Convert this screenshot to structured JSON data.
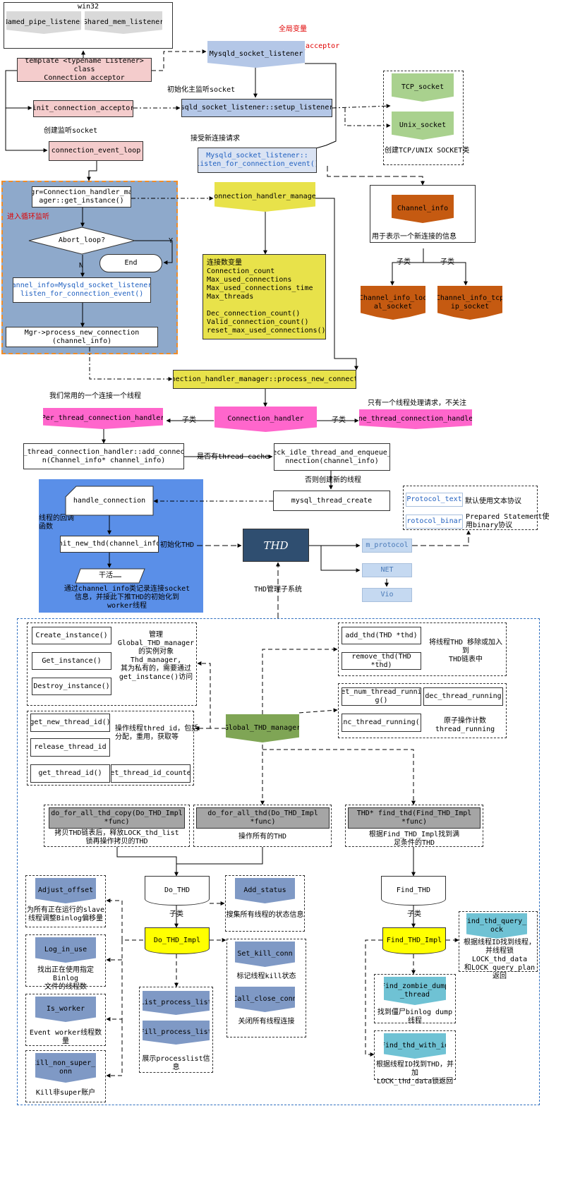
{
  "win32": {
    "title": "win32",
    "named_pipe": "Named_pipe_listener",
    "shared_mem": "Shared_mem_listener"
  },
  "global_var": {
    "line1": "全局变量",
    "line2": "mysqld_socket_acceptor"
  },
  "acceptor": "template <typename Listener> class\nConnection_acceptor",
  "socket_listener": "Mysqld_socket_listener",
  "init_note": "初始化主监听socket",
  "init_acceptor": "init_connection_acceptor",
  "setup_listener": "Mysqld_socket_listener::setup_listener()",
  "create_socket_note": "创建监听socket",
  "event_loop": "connection_event_loop",
  "accept_note": "接受新连接请求",
  "listen_event": "Mysqld_socket_listener::\nlisten_for_connection_event()",
  "tcp_socket": "TCP_socket",
  "unix_socket": "Unix_socket",
  "create_tcp_note": "创建TCP/UNIX SOCKET类",
  "loop": {
    "label": "进入循环监听",
    "get_instance": "Mgr=Connection_handler_man\nager::get_instance()",
    "abort": "Abort_loop?",
    "yes": "Y",
    "no": "N",
    "end": "End",
    "channel_info": "Channel_info=Mysqld_socket_listener::\nlisten_for_connection_event()",
    "process": "Mgr->process_new_connection\n(channel_info)"
  },
  "handler_manager": "Connection_handler_manager",
  "conn_vars": "连接数变量\nConnection_count\nMax_used_connections\nMax_used_connections_time\nMax_threads\n\nDec_connection_count()\nValid_connection_count()\nreset_max_used_connections()",
  "channel": {
    "title": "Channel_info",
    "note": "用于表示一个新连接的信息",
    "sub_left": "子类",
    "sub_right": "子类",
    "local": "Channel_info_loc\nal_socket",
    "tcpip": "Channel_info_tcp\nip_socket"
  },
  "process_conn": "Connection_handler_manager::process_new_connection",
  "common_note": "我们常用的一个连接一个线程",
  "per_thread": "Per_thread_connection_handler",
  "sub_l": "子类",
  "conn_handler": "Connection_handler",
  "sub_r": "子类",
  "one_thread_note": "只有一个线程处理请求，不关注",
  "one_thread": "One_thread_connection_handler",
  "add_connection": "Per_thread_connection_handler::add_connectio\nn(Channel_info* channel_info)",
  "cache_q": "是否有thread cache",
  "check_idle": "check_idle_thread_and_enqueue_co\nnnection(channel_info)",
  "else_create": "否则创建新的线程",
  "thread_create": "mysql_thread_create",
  "callback_note": "线程的回调\n函数",
  "handle_connection": "handle_connection",
  "init_thd": "init_new_thd(channel_info)",
  "init_thd_note": "初始化THD",
  "ellipsis": "干活……",
  "thread_note": "通过channel_info类记录连接socket\n信息，并接此下推THD的初始化到\nworker线程",
  "thd": "THD",
  "m_protocol": "m_protocol",
  "net": "NET",
  "vio": "Vio",
  "protocol_text": "Protocol_text",
  "protocol_text_note": "默认使用文本协议",
  "protocol_binary": "protocol_binary",
  "protocol_binary_note": "Prepared Statement使\n用binary协议",
  "thd_mgr_note": "THD管理子系统",
  "gtm": {
    "create": "Create_instance()",
    "get": "Get_instance()",
    "destroy": "Destroy_instance()",
    "inst_note": "管理Global_THD_manager\n的实例对象Thd_manager,\n其为私有的，需要通过\nget_instance()访问",
    "get_new_id": "get_new_thread_id()",
    "release_id": "release_thread_id",
    "get_id": "get_thread_id()",
    "set_counter": "set_thread_id_counter",
    "id_note": "操作线程thred_id，包括\n分配，重用，获取等",
    "add_thd": "add_thd(THD *thd)",
    "remove_thd": "remove_thd(THD *thd)",
    "list_note": "将线程THD 移除或加入到\nTHD链表中",
    "num_running": "get_num_thread_runnin\ng()",
    "dec_running": "dec_thread_running",
    "inc_running": "inc_thread_running()",
    "atomic_note": "原子操作计数\nthread_running",
    "manager": "Global_THD_manager",
    "for_all_copy": "do_for_all_thd_copy(Do_THD_Impl\n*func)",
    "for_all_copy_note": "拷贝THD链表后，释放LOCK_thd_list\n锁再操作拷贝的THD",
    "for_all": "do_for_all_thd(Do_THD_Impl *func)",
    "for_all_note": "操作所有的THD",
    "find": "THD* find_thd(Find_THD_Impl *func)",
    "find_note": "根据Find_THD_Impl找到满\n足条件的THD",
    "do_thd": "Do_THD",
    "do_sub": "子类",
    "do_impl": "Do_THD_Impl",
    "find_thd": "Find_THD",
    "find_sub": "子类",
    "find_impl": "Find_THD_Impl",
    "adjust": "Adjust_offset",
    "adjust_note": "为所有正在运行的slave\n线程调整Binlog偏移量",
    "log_in_use": "Log_in_use",
    "log_note": "找出正在使用指定Binlog\n文件的线程数",
    "is_worker": "Is_worker",
    "worker_note": "Event worker线程数量",
    "kill_non_super": "Kill_non_super_c\nonn",
    "kill_note": "Kill非super账户",
    "add_status": "Add_status",
    "add_status_note": "搜集所有线程的状态信息",
    "set_kill": "Set_kill_conn",
    "set_kill_note": "标记线程kill状态",
    "call_close": "Call_close_conn",
    "close_note": "关闭所有线程连接",
    "list_process": "List_process_list",
    "fill_process": "Fill_process_list",
    "process_note": "展示processlist信息",
    "query_lock": "Find_thd_query_l\nock",
    "query_lock_note": "根据线程ID找到线程，\n并线程锁LOCK_thd_data\n和LOCK_query_plan返回",
    "zombie": "Find_zombie_dump\n_thread",
    "zombie_note": "找到僵尸binlog dump线程",
    "with_id": "Find_thd_with_id",
    "with_id_note": "根据线程ID找到THD，并加\nLOCK_thd_data锁返回"
  }
}
